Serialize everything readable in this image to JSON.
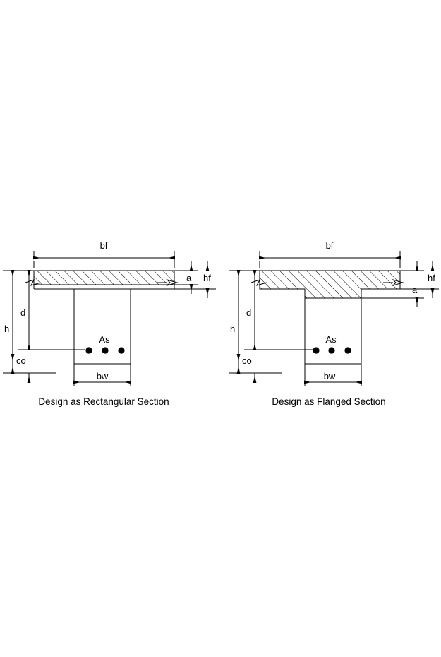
{
  "figure": {
    "title_hidden": "",
    "background_color": "#ffffff",
    "line_color": "#000000",
    "panels": [
      {
        "id": "rectangular",
        "caption": "Design as Rectangular Section",
        "labels": {
          "bf": "bf",
          "hf": "hf",
          "a": "a",
          "h": "h",
          "d": "d",
          "co": "co",
          "As": "As",
          "bw": "bw"
        },
        "bar_count": 3,
        "note": "compression block a is within the flange depth hf"
      },
      {
        "id": "flanged",
        "caption": "Design as Flanged Section",
        "labels": {
          "bf": "bf",
          "hf": "hf",
          "a": "a",
          "h": "h",
          "d": "d",
          "co": "co",
          "As": "As",
          "bw": "bw"
        },
        "bar_count": 3,
        "note": "compression block a extends below the flange into the web"
      }
    ]
  }
}
